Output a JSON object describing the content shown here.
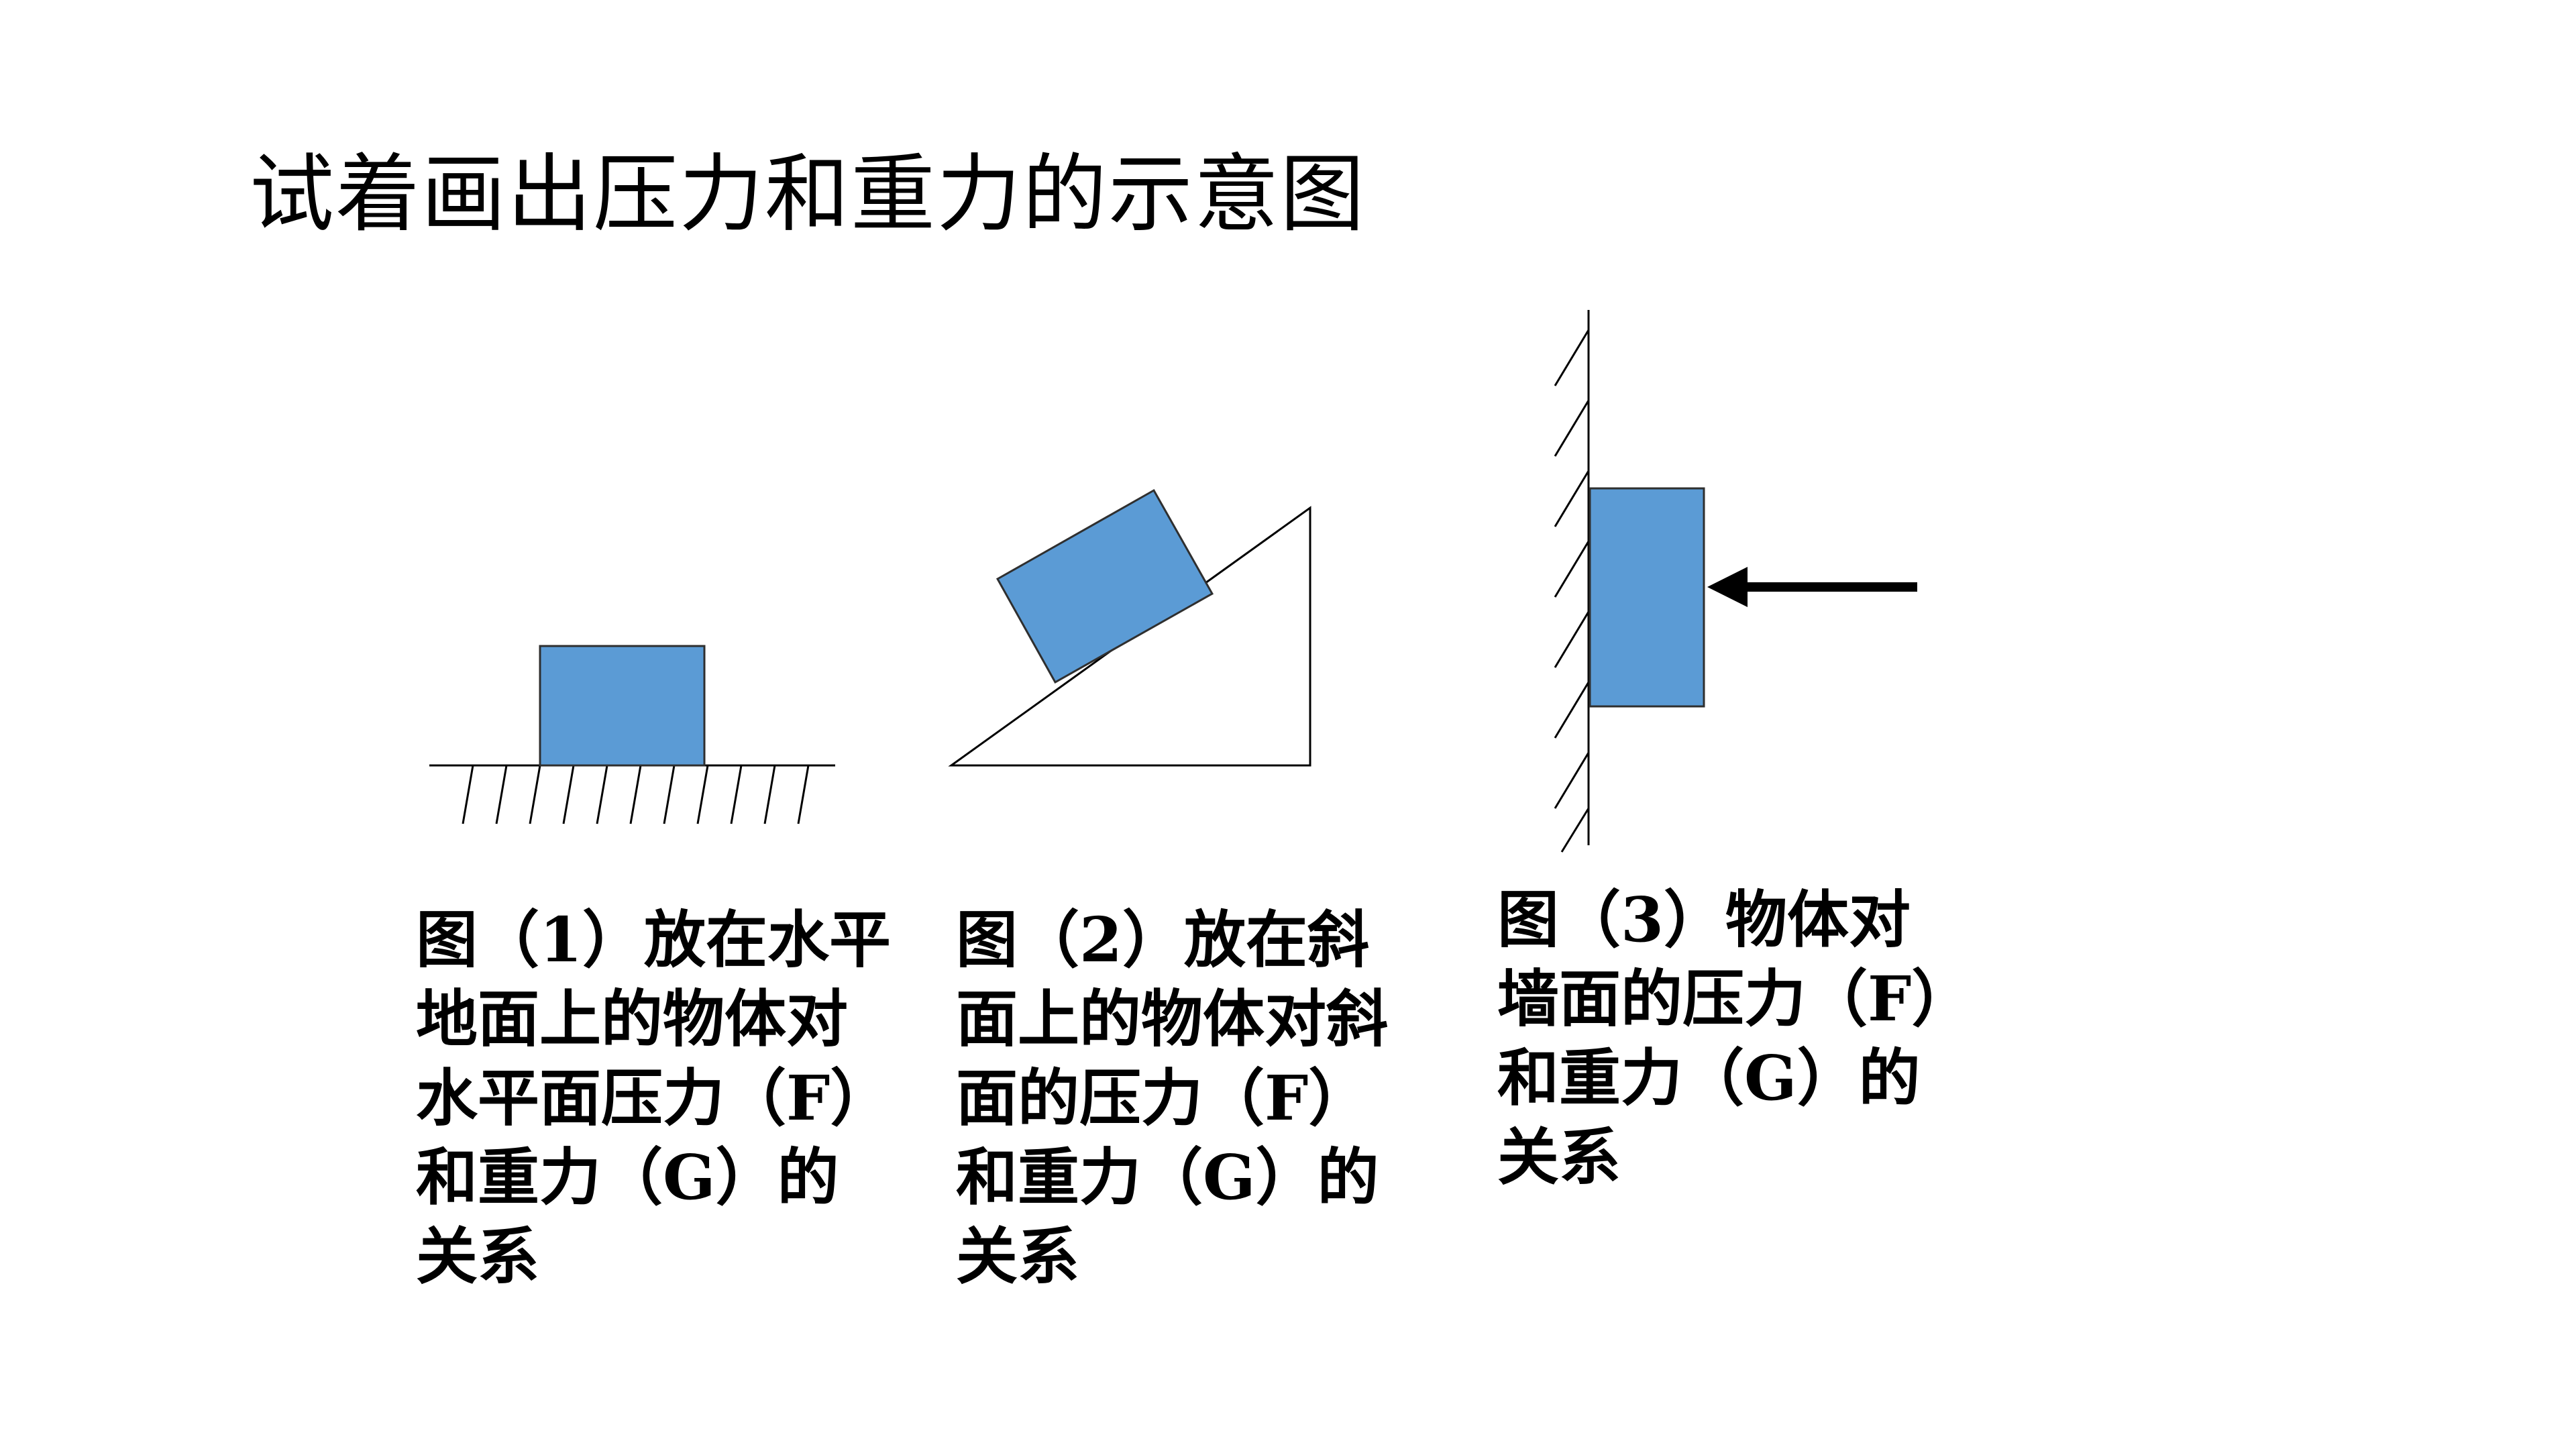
{
  "slide": {
    "title": "试着画出压力和重力的示意图"
  },
  "colors": {
    "block_fill": "#5b9bd5",
    "block_stroke": "#2f2f2f",
    "line": "#000000",
    "background": "#ffffff"
  },
  "figures": [
    {
      "id": "figure-1",
      "scene": "block-on-horizontal-ground",
      "caption_lines": [
        "图（1）放在水平",
        "地面上的物体对",
        "水平面压力（F）",
        "和重力（G）的",
        "关系"
      ]
    },
    {
      "id": "figure-2",
      "scene": "block-on-inclined-plane",
      "caption_lines": [
        "图（2）放在斜",
        "面上的物体对斜",
        "面的压力（F）",
        "和重力（G）的",
        "关系"
      ]
    },
    {
      "id": "figure-3",
      "scene": "block-pressed-against-wall",
      "caption_lines": [
        "图（3）物体对",
        "墙面的压力（F）",
        "和重力（G）的",
        "关系"
      ]
    }
  ],
  "icons": {
    "push_arrow": "left-arrow-icon"
  }
}
